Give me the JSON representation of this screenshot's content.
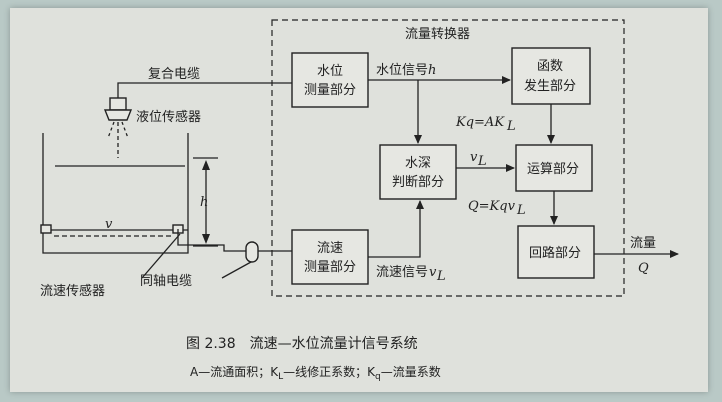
{
  "diagram": {
    "converter_title": "流量转换器",
    "blocks": {
      "level_measure": [
        "水位",
        "测量部分"
      ],
      "function_gen": [
        "函数",
        "发生部分"
      ],
      "depth_judge": [
        "水深",
        "判断部分"
      ],
      "compute": "运算部分",
      "flow_measure": [
        "流速",
        "测量部分"
      ],
      "loop": "回路部分"
    },
    "labels": {
      "composite_cable": "复合电缆",
      "level_sensor": "液位传感器",
      "level_signal": "水位信号",
      "level_signal_var": "h",
      "kq_formula": "Kq=AK",
      "kq_sub": "L",
      "vl": "v",
      "vl_sub": "L",
      "q_formula": "Q=Kqv",
      "q_sub": "L",
      "flow_sensor": "流速传感器",
      "coax_cable": "同轴电缆",
      "flow_signal": "流速信号",
      "flow_signal_var": "v",
      "flow_signal_sub": "L",
      "output": "流量",
      "output_var": "Q",
      "h_mark": "h",
      "v_mark": "v"
    },
    "caption": {
      "title": "图 2.38　流速—水位流量计信号系统",
      "legend": "A—流通面积；K",
      "legend_sub1": "L",
      "legend_mid": "—线修正系数；K",
      "legend_sub2": "q",
      "legend_end": "—流量系数"
    }
  }
}
